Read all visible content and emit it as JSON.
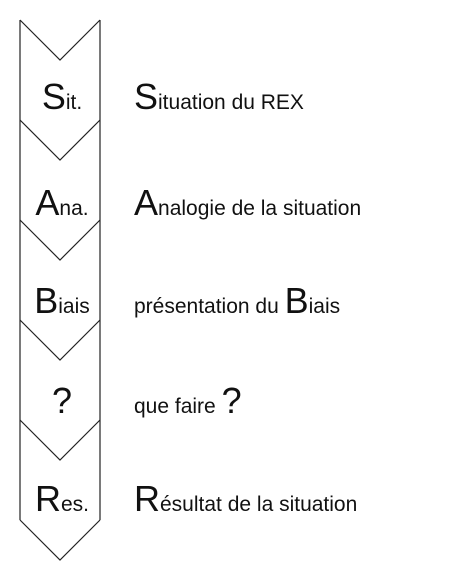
{
  "steps": [
    {
      "code_initial": "S",
      "code_rest": "it.",
      "desc_before": "",
      "desc_big": "S",
      "desc_after": "ituation du REX"
    },
    {
      "code_initial": "A",
      "code_rest": "na.",
      "desc_before": "",
      "desc_big": "A",
      "desc_after": "nalogie de la situation"
    },
    {
      "code_initial": "B",
      "code_rest": "iais",
      "desc_before": "présentation du ",
      "desc_big": "B",
      "desc_after": "iais"
    },
    {
      "code_initial": "?",
      "code_rest": "",
      "desc_before": "que faire ",
      "desc_big": "?",
      "desc_after": ""
    },
    {
      "code_initial": "R",
      "code_rest": "es.",
      "desc_before": "",
      "desc_big": "R",
      "desc_after": "ésultat de la situation"
    }
  ],
  "colors": {
    "stroke": "#222222",
    "text": "#111111"
  }
}
